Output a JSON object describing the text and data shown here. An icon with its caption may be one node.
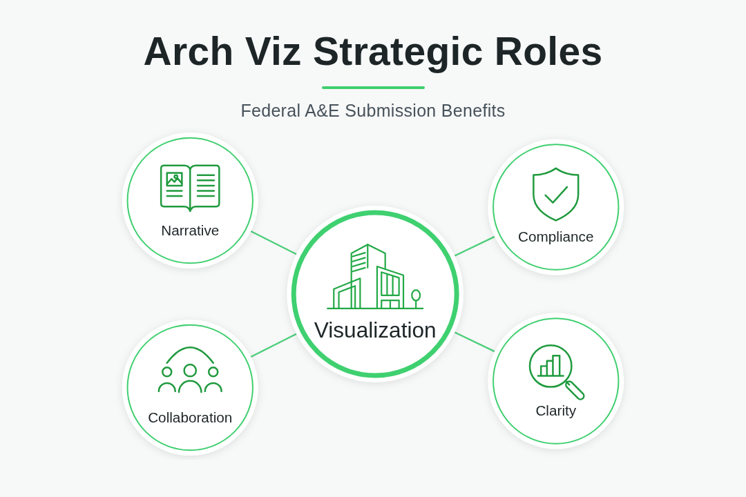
{
  "diagram": {
    "title": "Arch Viz Strategic Roles",
    "nodes": [
      {
        "text": [
          "Narrative"
        ]
      },
      {
        "text": [
          "Compliance"
        ]
      },
      {
        "text": [
          "Visualization"
        ]
      },
      {
        "text": [
          "Collaboration"
        ]
      },
      {
        "text": [
          "Clarity"
        ]
      }
    ],
    "edges": [
      {
        "from": 0,
        "to": 2,
        "arrow": "none"
      },
      {
        "from": 2,
        "to": 1,
        "arrow": "none"
      },
      {
        "from": 3,
        "to": 2,
        "arrow": "none"
      },
      {
        "from": 2,
        "to": 4,
        "arrow": "none"
      }
    ],
    "labels": [
      "Federal A&E Submission Benefits"
    ]
  }
}
